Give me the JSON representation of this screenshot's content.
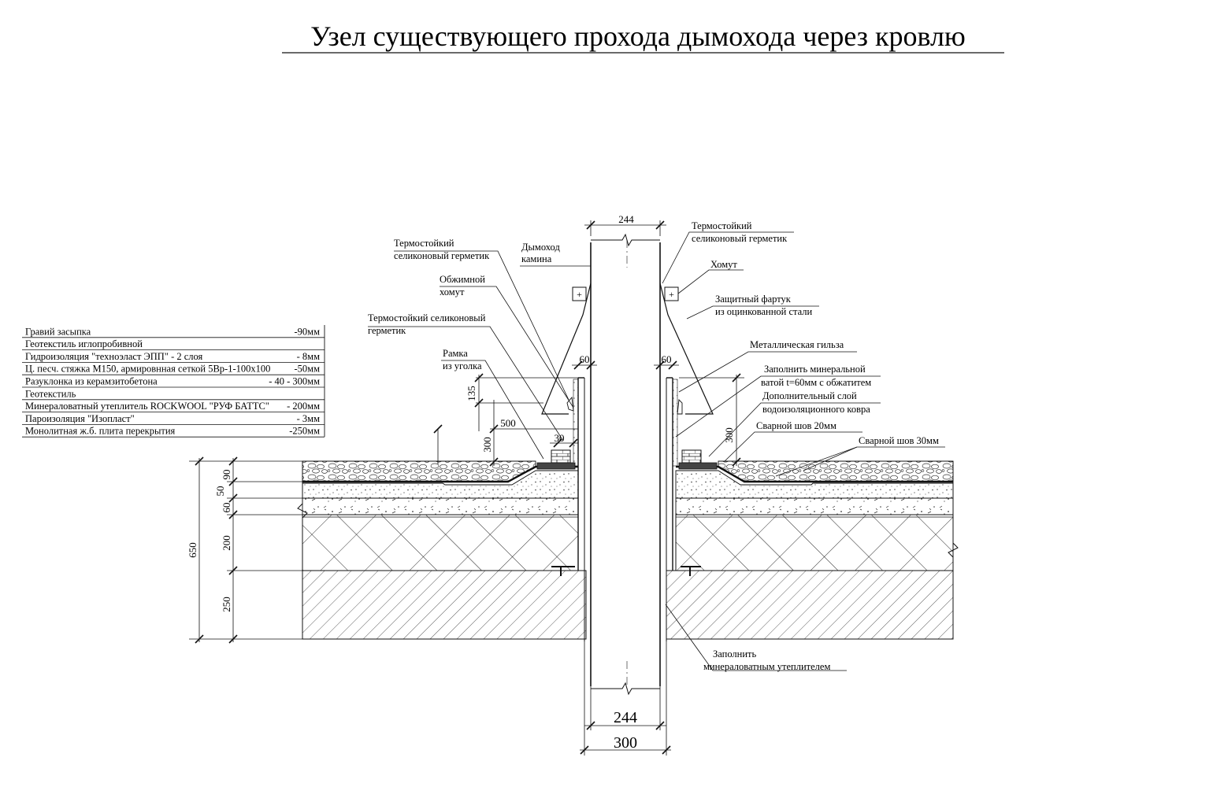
{
  "title": "Узел существующего прохода дымохода через кровлю",
  "legend": [
    {
      "name": "Гравий засыпка",
      "thickness": "-90мм"
    },
    {
      "name": "Геотекстиль иглопробивной",
      "thickness": ""
    },
    {
      "name": "Гидроизоляция \"техноэласт ЭПП\" - 2 слоя",
      "thickness": "- 8мм"
    },
    {
      "name": "Ц. песч. стяжка М150, армировнная сеткой 5Вр-1-100х100",
      "thickness": "-50мм"
    },
    {
      "name": "Разуклонка из керамзитобетона",
      "thickness": "- 40 - 300мм"
    },
    {
      "name": "Геотекстиль",
      "thickness": ""
    },
    {
      "name": "Минераловатный утеплитель ROCKWOOL \"РУФ БАТТС\"",
      "thickness": "- 200мм"
    },
    {
      "name": "Пароизоляция \"Изопласт\"",
      "thickness": "- 3мм"
    },
    {
      "name": "Монолитная ж.б. плита перекрытия",
      "thickness": "-250мм"
    }
  ],
  "left_dims": {
    "d90": "90",
    "d50": "50",
    "d60": "60",
    "d200": "200",
    "d250": "250",
    "total": "650"
  },
  "chimney_dims": {
    "top": "244",
    "bottom1": "244",
    "bottom2": "300"
  },
  "local_dims": {
    "l60": "60",
    "r60": "60",
    "d135": "135",
    "d500": "500",
    "d300l": "300",
    "d30": "30",
    "d300r": "300"
  },
  "labels": {
    "sealant_left_1": "Термостойкий",
    "sealant_left_2": "селиконовый герметик",
    "chimney_1": "Дымоход",
    "chimney_2": "камина",
    "clamp_left_1": "Обжимной",
    "clamp_left_2": "хомут",
    "sealant_left2_1": "Термостойкий селиконовый",
    "sealant_left2_2": "герметик",
    "frame_1": "Рамка",
    "frame_2": "из уголка",
    "sealant_right_1": "Термостойкий",
    "sealant_right_2": "селиконовый герметик",
    "clamp_right": "Хомут",
    "apron_1": "Защитный фартук",
    "apron_2": "из оцинкованной стали",
    "sleeve": "Металлическая гильза",
    "fill_top_1": "Заполнить минеральной",
    "fill_top_2": "ватой t=60мм с обжатитем",
    "extra_layer_1": "Дополнительный слой",
    "extra_layer_2": "водоизоляционного ковра",
    "weld20": "Сварной шов 20мм",
    "weld30": "Сварной шов 30мм",
    "fill_bottom_1": "Заполнить",
    "fill_bottom_2": "минераловатным утеплителем"
  }
}
